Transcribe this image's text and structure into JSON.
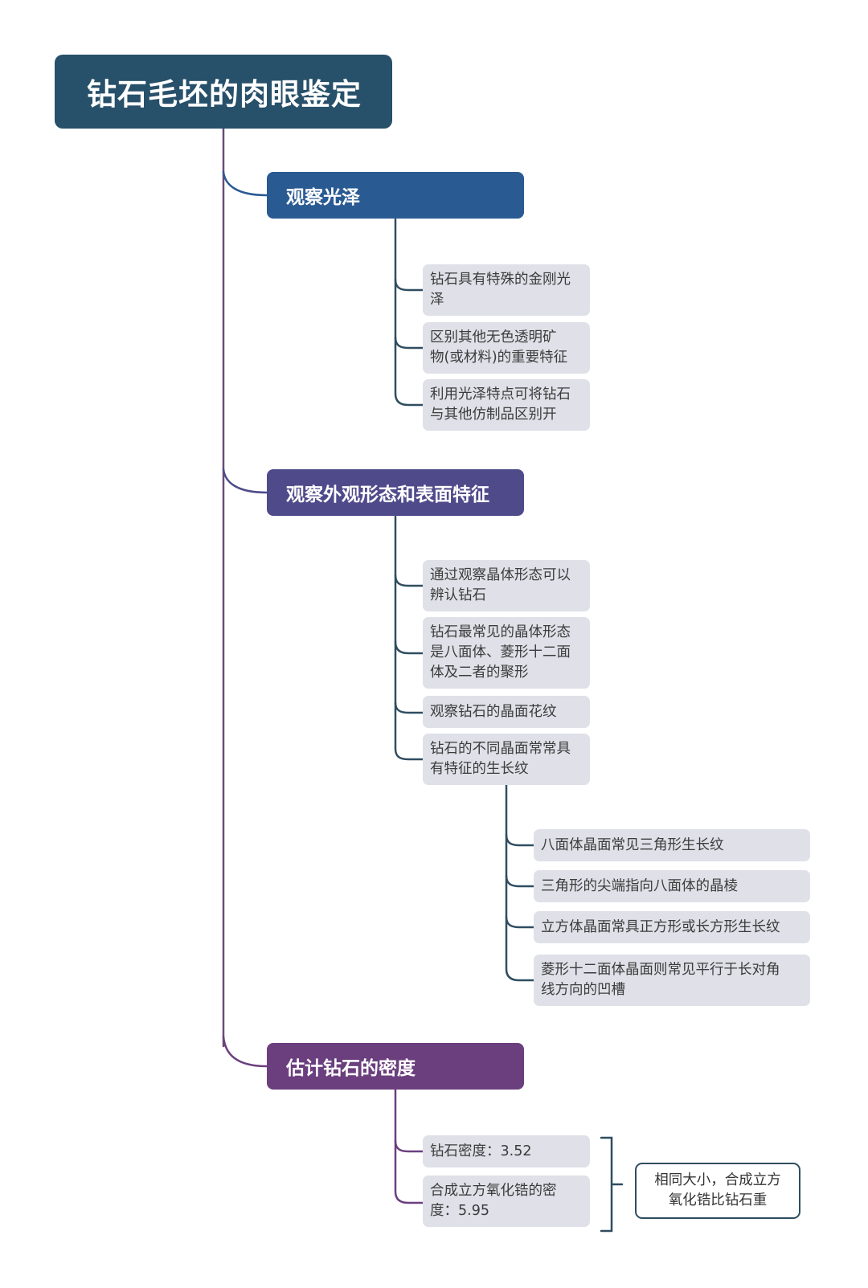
{
  "root": {
    "title": "钻石毛坯的肉眼鉴定"
  },
  "branches": [
    {
      "title": "观察光泽",
      "color": "#2a5a92",
      "items": [
        "钻石具有特殊的金刚光\n泽",
        "区别其他无色透明矿\n物(或材料)的重要特征",
        "利用光泽特点可将钻石\n与其他仿制品区别开"
      ]
    },
    {
      "title": "观察外观形态和表面特征",
      "color": "#4f4b8b",
      "items": [
        "通过观察晶体形态可以\n辨认钻石",
        "钻石最常见的晶体形态\n是八面体、菱形十二面\n体及二者的聚形",
        "观察钻石的晶面花纹",
        "钻石的不同晶面常常具\n有特征的生长纹"
      ],
      "sub_items": [
        "八面体晶面常见三角形生长纹",
        "三角形的尖端指向八面体的晶棱",
        "立方体晶面常具正方形或长方形生长纹",
        "菱形十二面体晶面则常见平行于长对角\n线方向的凹槽"
      ]
    },
    {
      "title": "估计钻石的密度",
      "color": "#6b3f7e",
      "items": [
        "钻石密度：3.52",
        "合成立方氧化锆的密\n度：5.95"
      ],
      "summary": "相同大小，合成立方\n氧化锆比钻石重"
    }
  ],
  "colors": {
    "root": "#27506a",
    "leaf": "#dfe0e8",
    "summary_border": "#2f4d60"
  }
}
